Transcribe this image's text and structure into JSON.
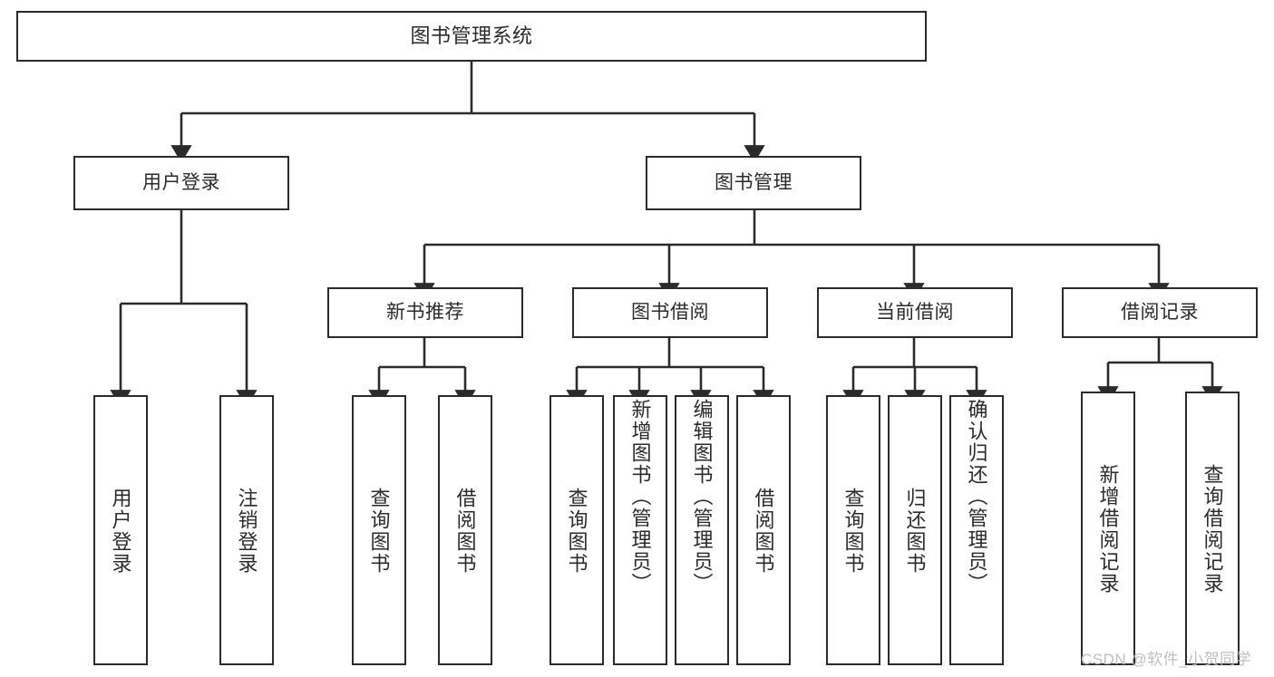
{
  "diagram": {
    "title": "图书管理系统",
    "type": "tree-hierarchy-diagram",
    "colors": {
      "node_border": "#2b2b2b",
      "node_fill": "#ffffff",
      "connector": "#2b2b2b",
      "text": "#2b2b2b",
      "watermark": "#bfbfbf",
      "background": "#ffffff"
    },
    "nodes": {
      "root": {
        "label": "图书管理系统",
        "level": 0,
        "orientation": "horizontal"
      },
      "user_login": {
        "label": "用户登录",
        "level": 1,
        "orientation": "horizontal"
      },
      "book_manage": {
        "label": "图书管理",
        "level": 1,
        "orientation": "horizontal"
      },
      "new_book_rec": {
        "label": "新书推荐",
        "level": 2,
        "orientation": "horizontal"
      },
      "book_borrow": {
        "label": "图书借阅",
        "level": 2,
        "orientation": "horizontal"
      },
      "current_borrow": {
        "label": "当前借阅",
        "level": 2,
        "orientation": "horizontal"
      },
      "borrow_record": {
        "label": "借阅记录",
        "level": 2,
        "orientation": "horizontal"
      },
      "leaf_user_login": {
        "label": "用户登录",
        "level": 2,
        "orientation": "vertical"
      },
      "leaf_logout": {
        "label": "注销登录",
        "level": 2,
        "orientation": "vertical"
      },
      "leaf_query_book_a": {
        "label": "查询图书",
        "level": 3,
        "orientation": "vertical"
      },
      "leaf_borrow_book_a": {
        "label": "借阅图书",
        "level": 3,
        "orientation": "vertical"
      },
      "leaf_query_book_b": {
        "label": "查询图书",
        "level": 3,
        "orientation": "vertical"
      },
      "leaf_add_book": {
        "label": "新增图书（管理员）",
        "level": 3,
        "orientation": "vertical"
      },
      "leaf_edit_book": {
        "label": "编辑图书（管理员）",
        "level": 3,
        "orientation": "vertical"
      },
      "leaf_borrow_book_b": {
        "label": "借阅图书",
        "level": 3,
        "orientation": "vertical"
      },
      "leaf_query_book_c": {
        "label": "查询图书",
        "level": 3,
        "orientation": "vertical"
      },
      "leaf_return_book": {
        "label": "归还图书",
        "level": 3,
        "orientation": "vertical"
      },
      "leaf_confirm_return": {
        "label": "确认归还（管理员）",
        "level": 3,
        "orientation": "vertical"
      },
      "leaf_add_record": {
        "label": "新增借阅记录",
        "level": 3,
        "orientation": "vertical"
      },
      "leaf_query_record": {
        "label": "查询借阅记录",
        "level": 3,
        "orientation": "vertical"
      }
    },
    "edges": [
      {
        "from": "root",
        "to": "user_login"
      },
      {
        "from": "root",
        "to": "book_manage"
      },
      {
        "from": "user_login",
        "to": "leaf_user_login"
      },
      {
        "from": "user_login",
        "to": "leaf_logout"
      },
      {
        "from": "book_manage",
        "to": "new_book_rec"
      },
      {
        "from": "book_manage",
        "to": "book_borrow"
      },
      {
        "from": "book_manage",
        "to": "current_borrow"
      },
      {
        "from": "book_manage",
        "to": "borrow_record"
      },
      {
        "from": "new_book_rec",
        "to": "leaf_query_book_a"
      },
      {
        "from": "new_book_rec",
        "to": "leaf_borrow_book_a"
      },
      {
        "from": "book_borrow",
        "to": "leaf_query_book_b"
      },
      {
        "from": "book_borrow",
        "to": "leaf_add_book"
      },
      {
        "from": "book_borrow",
        "to": "leaf_edit_book"
      },
      {
        "from": "book_borrow",
        "to": "leaf_borrow_book_b"
      },
      {
        "from": "current_borrow",
        "to": "leaf_query_book_c"
      },
      {
        "from": "current_borrow",
        "to": "leaf_return_book"
      },
      {
        "from": "current_borrow",
        "to": "leaf_confirm_return"
      },
      {
        "from": "borrow_record",
        "to": "leaf_add_record"
      },
      {
        "from": "borrow_record",
        "to": "leaf_query_record"
      }
    ]
  },
  "watermark": {
    "text": "CSDN @软件_小贺同学"
  }
}
